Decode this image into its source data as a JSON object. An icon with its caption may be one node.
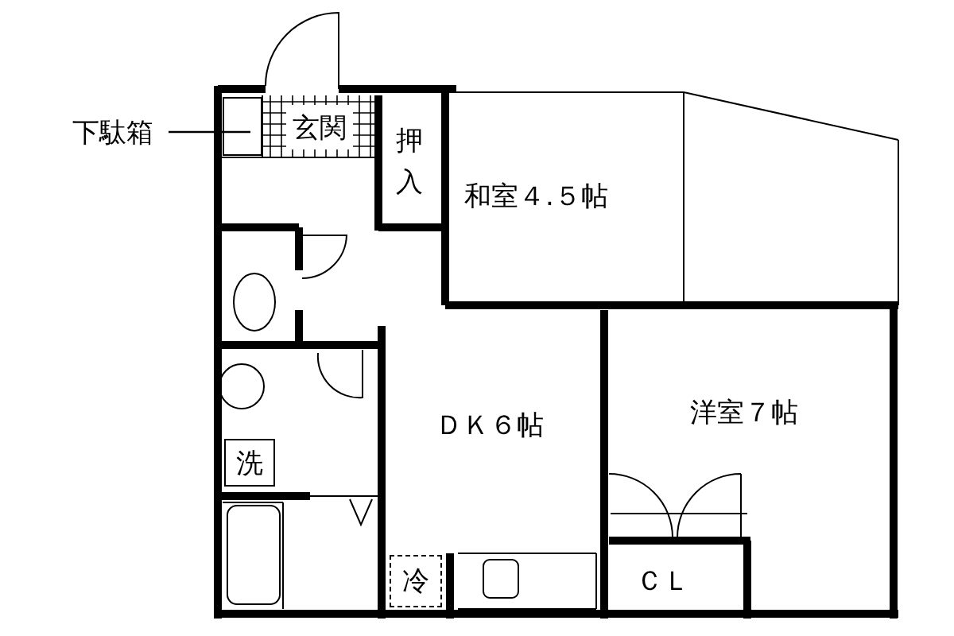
{
  "diagram": {
    "nodes": [
      {
        "text": [
          "下駄箱"
        ]
      },
      {
        "text": [],
        "shape": "box"
      },
      {
        "text": [
          "玄関"
        ]
      },
      {
        "text": [
          "洗"
        ]
      },
      {
        "text": [
          "冷"
        ]
      }
    ],
    "edges": [
      {
        "from": 0,
        "to": 1,
        "arrow": "none"
      }
    ],
    "labels": [
      "押入",
      "和室４.５帖",
      "ＤＫ６帖",
      "洋室７帖",
      "ＣＬ"
    ]
  }
}
